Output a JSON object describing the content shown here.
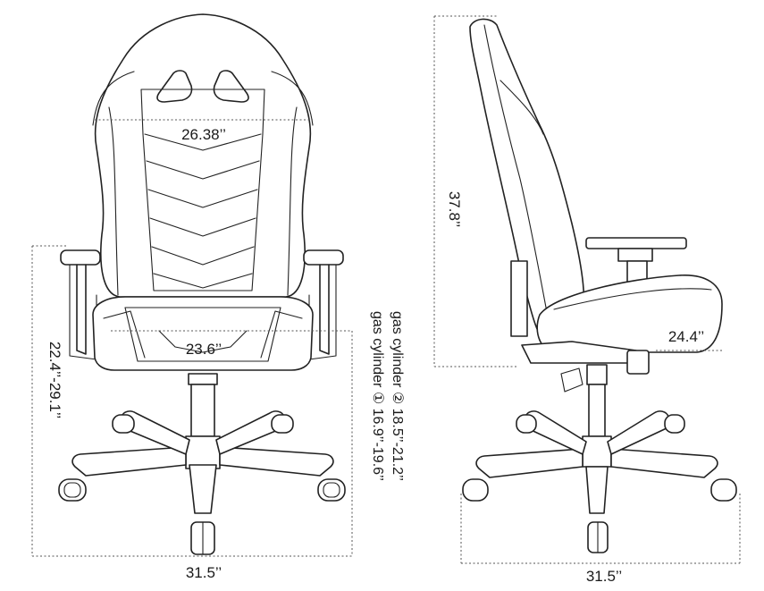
{
  "front_view": {
    "backrest_width": "26.38’’",
    "seat_width": "23.6’’",
    "armrest_height": "22.4’’-29.1’’",
    "base_width": "31.5’’",
    "gas_cylinder_1": "gas cylinder ① 16.9’’-19.6’’",
    "gas_cylinder_2": "gas cylinder ② 18.5’’-21.2’’"
  },
  "side_view": {
    "back_height": "37.8’’",
    "seat_depth": "24.4’’",
    "base_width": "31.5’’"
  }
}
